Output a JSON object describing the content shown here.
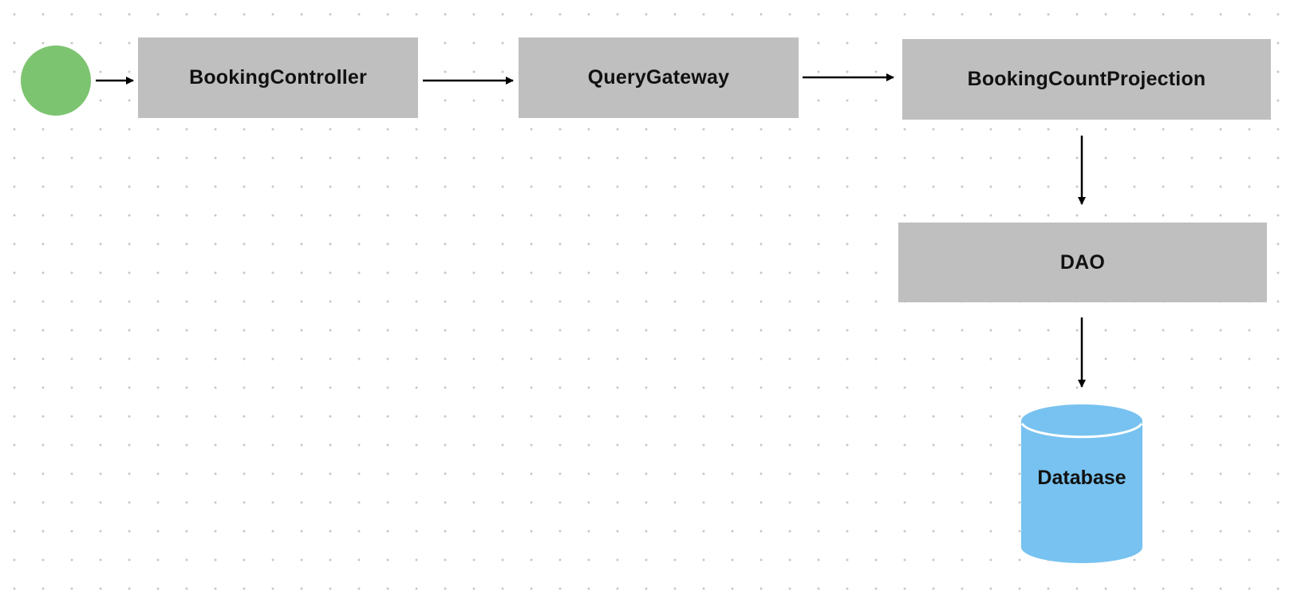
{
  "diagram": {
    "start_node": {
      "color": "#7dc470"
    },
    "nodes": {
      "controller": "BookingController",
      "gateway": "QueryGateway",
      "projection": "BookingCountProjection",
      "dao": "DAO",
      "database": "Database"
    },
    "colors": {
      "box_fill": "#bfbfbf",
      "database_fill": "#77c2f0",
      "arrow": "#000000",
      "grid_dots": "#c7c7c7"
    },
    "edges": [
      {
        "from": "start",
        "to": "controller"
      },
      {
        "from": "controller",
        "to": "gateway"
      },
      {
        "from": "gateway",
        "to": "projection"
      },
      {
        "from": "projection",
        "to": "dao"
      },
      {
        "from": "dao",
        "to": "database"
      }
    ]
  }
}
